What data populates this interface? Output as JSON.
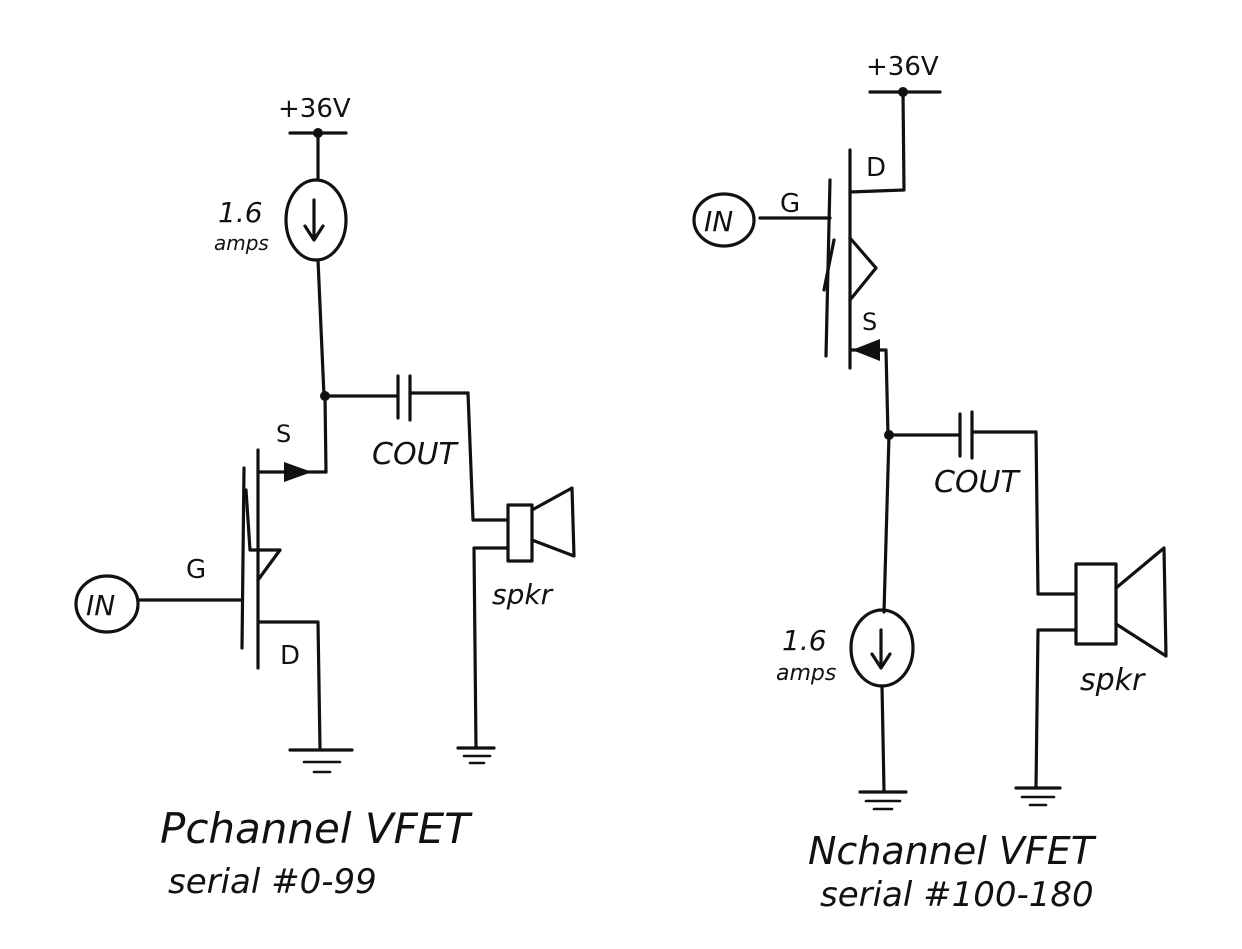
{
  "left": {
    "supply": "+36V",
    "current_value": "1.6",
    "current_unit": "amps",
    "pin_s": "S",
    "pin_g": "G",
    "pin_d": "D",
    "input": "IN",
    "cap": "COUT",
    "speaker": "spkr",
    "title": "Pchannel VFET",
    "serial": "serial #0-99"
  },
  "right": {
    "supply": "+36V",
    "current_value": "1.6",
    "current_unit": "amps",
    "pin_s": "S",
    "pin_g": "G",
    "pin_d": "D",
    "input": "IN",
    "cap": "COUT",
    "speaker": "spkr",
    "title": "Nchannel VFET",
    "serial": "serial #100-180"
  }
}
